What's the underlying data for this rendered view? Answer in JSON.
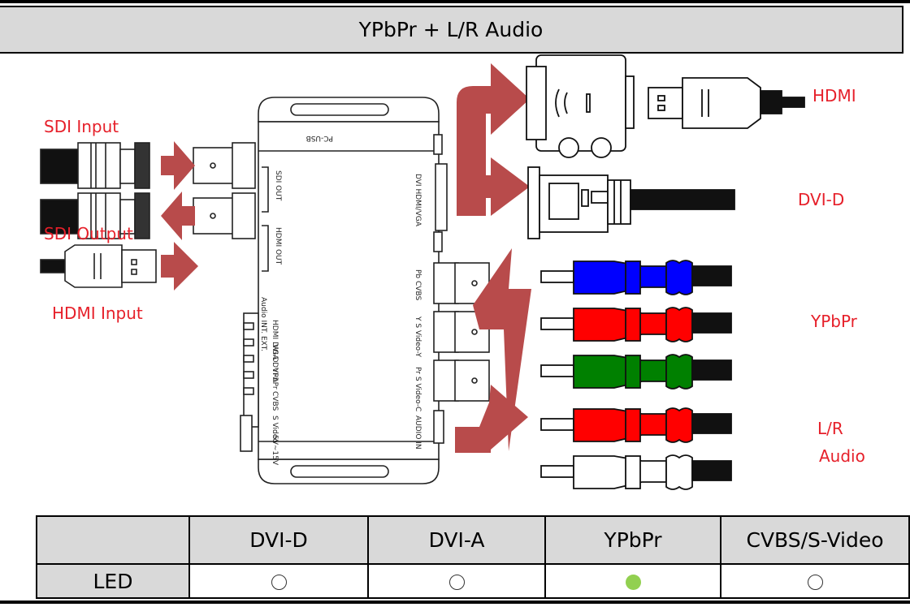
{
  "title": "YPbPr + L/R Audio",
  "labels": {
    "sdi_input": "SDI Input",
    "sdi_output": "SDI Output",
    "hdmi_input": "HDMI Input",
    "hdmi": "HDMI",
    "dvi_d": "DVI-D",
    "ypbpr": "YPbPr",
    "lr_line1": "L/R",
    "lr_line2": "Audio"
  },
  "device_labels": {
    "pc_usb": "PC-USB",
    "sdi_out": "SDI OUT",
    "hdmi_out": "HDMI OUT",
    "dvi_port": "DVI HDMI/VGA",
    "pb_cvbs": "Pb CVBS",
    "y_svideo": "Y S Video-Y",
    "pr_svideo": "Pr S Video-C",
    "audio_in": "AUDIO IN",
    "audio_mode": "Audio INT. EXT.",
    "hdmi_dvid": "HDMI DVI-D",
    "vga_dvia": "VGA DVI-A",
    "ypbpr_mode": "YPbPr",
    "cvbs_mode": "CVBS",
    "svideo_mode": "S Video",
    "power": "5V~15V"
  },
  "led_table": {
    "columns": [
      "DVI-D",
      "DVI-A",
      "YPbPr",
      "CVBS/S-Video"
    ],
    "row_label": "LED",
    "states": [
      "off",
      "off",
      "on",
      "off"
    ]
  },
  "colors": {
    "label_red": "#e6202a",
    "arrow_red": "#b84b4b",
    "header_gray": "#d9d9d9",
    "led_on": "#92d050",
    "plug_blue": "#0000ff",
    "plug_red": "#ff0000",
    "plug_green": "#008000"
  }
}
